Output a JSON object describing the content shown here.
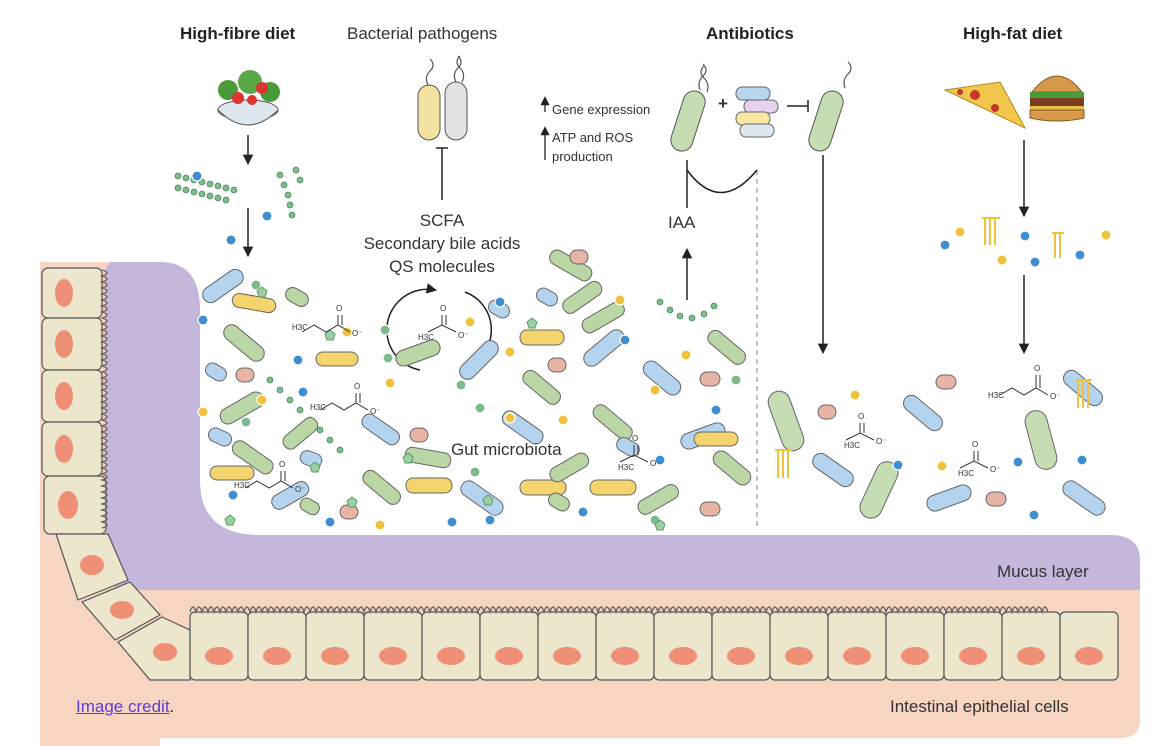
{
  "headers": {
    "high_fibre": "High-fibre diet",
    "pathogens": "Bacterial pathogens",
    "antibiotics": "Antibiotics",
    "high_fat": "High-fat diet"
  },
  "center_labels": {
    "scfa": "SCFA",
    "bile_acids": "Secondary bile acids",
    "qs": "QS molecules",
    "iaa": "IAA",
    "gut_microbiota": "Gut microbiota"
  },
  "antibiotic_effects": {
    "gene_expression": "Gene expression",
    "atp_ros_line1": "ATP and ROS",
    "atp_ros_line2": "production",
    "plus": "+"
  },
  "regions": {
    "mucus": "Mucus layer",
    "epithelial": "Intestinal epithelial cells"
  },
  "chem_labels": {
    "ch3": "H3C",
    "o": "O",
    "o_minus": "O⁻"
  },
  "credit": {
    "link_text": "Image credit",
    "suffix": "."
  },
  "colors": {
    "mucus": "#c5b6dc",
    "epithelium_bg": "#f7d5c2",
    "cell_fill": "#ece6cc",
    "nucleus": "#ef8f76",
    "bact_green": "#b9d6a4",
    "bact_blue": "#b3d3ef",
    "bact_yellow": "#f4d46c",
    "bact_pink": "#e8b4a6",
    "dot_blue": "#3e8ed0",
    "dot_yellow": "#f0c23c",
    "dot_green": "#7dbb8c",
    "link": "#5b3fd0"
  }
}
